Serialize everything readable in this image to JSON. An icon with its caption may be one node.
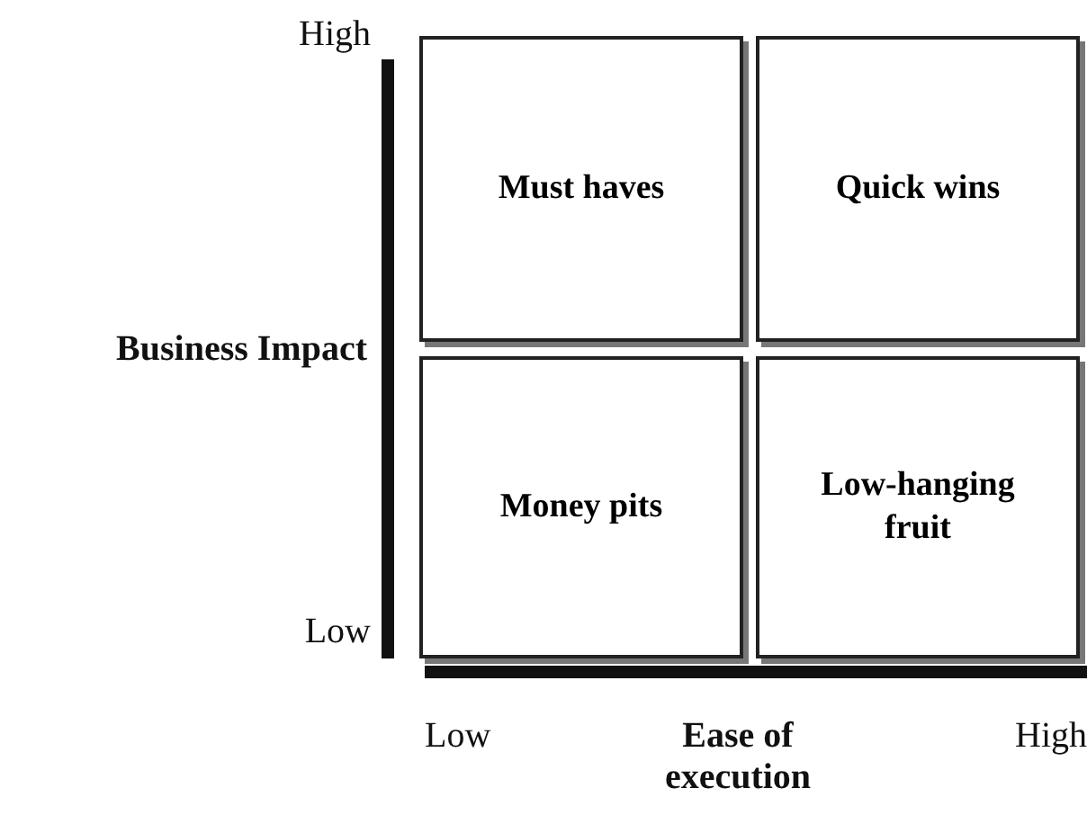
{
  "diagram": {
    "nodes": [
      {
        "text": [
          "Must haves"
        ]
      },
      {
        "text": [
          "Quick wins"
        ]
      },
      {
        "text": [
          "Money pits"
        ]
      },
      {
        "text": [
          "Low-hanging fruit"
        ]
      }
    ],
    "labels": [
      "High",
      "Business Impact",
      "Low",
      "Low",
      "Ease of execution",
      "High"
    ]
  }
}
